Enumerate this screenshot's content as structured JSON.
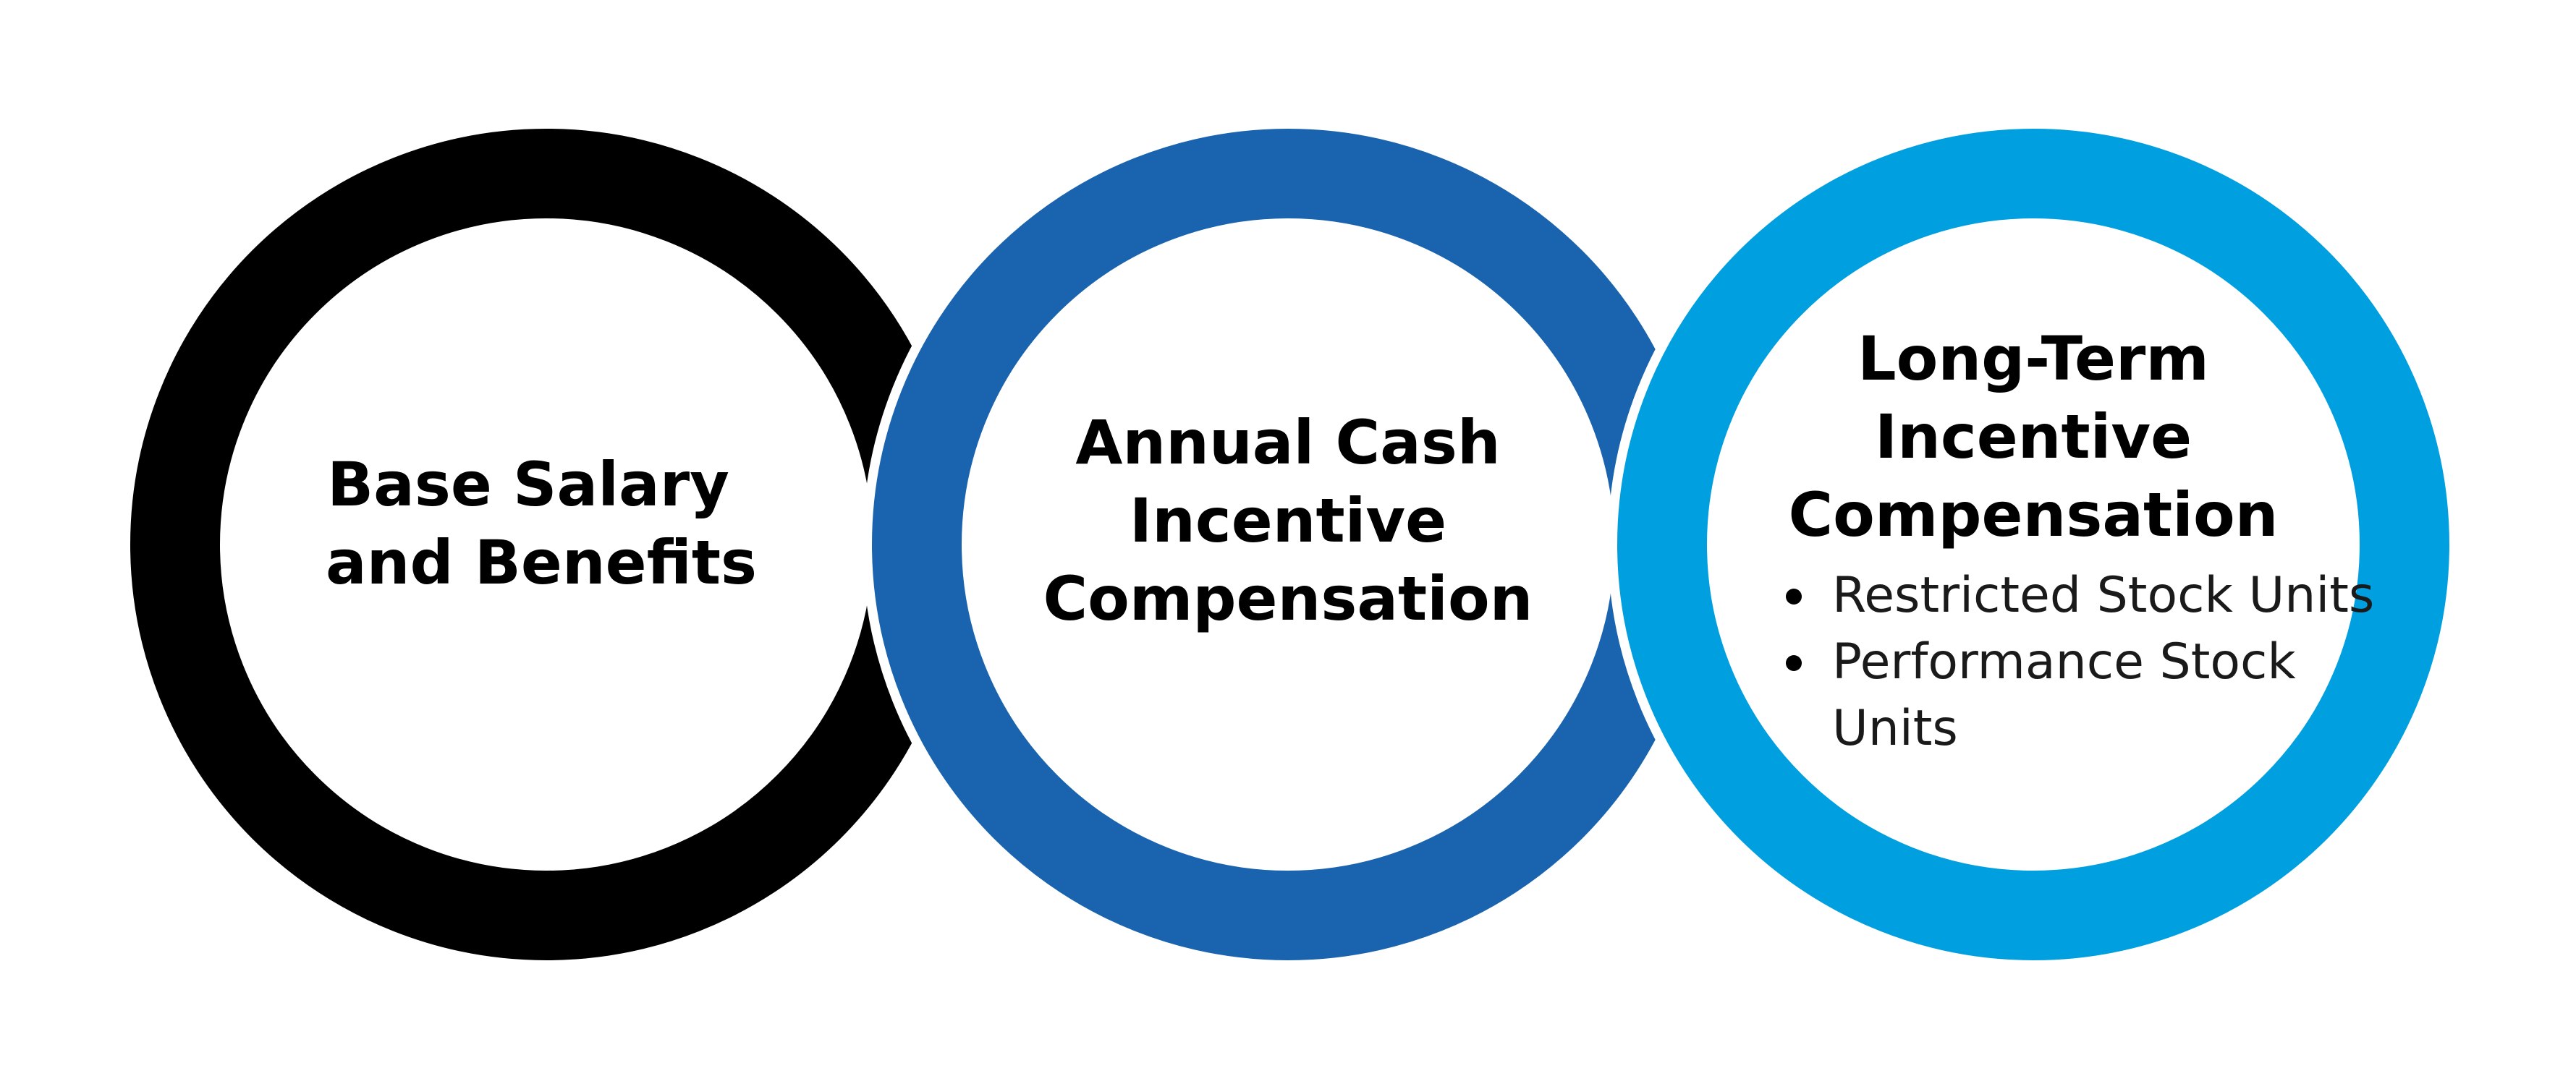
{
  "colors": {
    "ring_base": "#000000",
    "ring_annual": "#1a63ae",
    "ring_longterm": "#009fe0",
    "background": "#ffffff",
    "text": "#000000"
  },
  "components": [
    {
      "id": "base",
      "lines": [
        "Base Salary",
        "and Benefits"
      ]
    },
    {
      "id": "annual",
      "lines": [
        "Annual Cash",
        "Incentive",
        "Compensation"
      ]
    },
    {
      "id": "longterm",
      "lines": [
        "Long-Term",
        "Incentive",
        "Compensation"
      ],
      "bullets": [
        {
          "lines": [
            "Restricted Stock Units"
          ]
        },
        {
          "lines": [
            "Performance Stock",
            "Units"
          ]
        }
      ]
    }
  ]
}
